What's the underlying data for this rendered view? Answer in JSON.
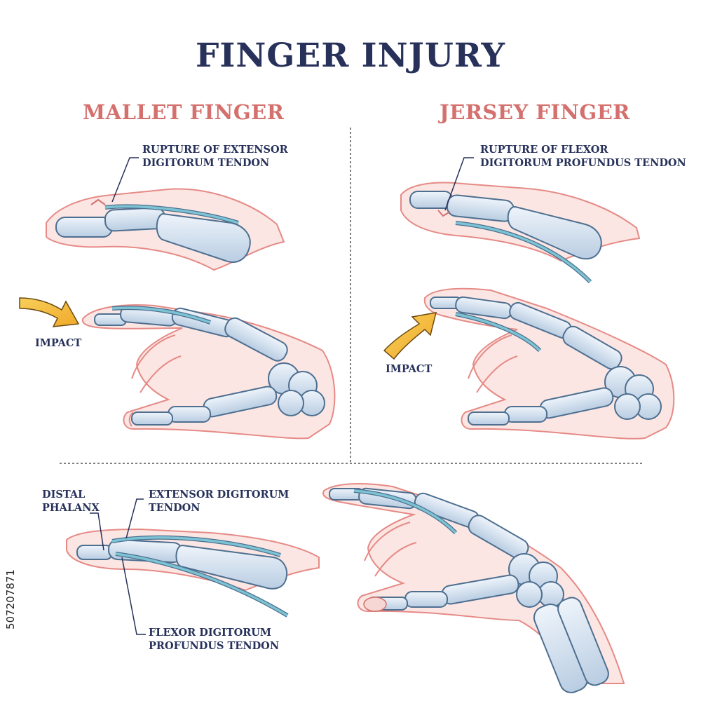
{
  "title": "FINGER INJURY",
  "sections": {
    "mallet": {
      "heading": "MALLET FINGER",
      "rupture_label": [
        "RUPTURE OF EXTENSOR",
        "DIGITORUM TENDON"
      ],
      "impact_label": "IMPACT"
    },
    "jersey": {
      "heading": "JERSEY FINGER",
      "rupture_label": [
        "RUPTURE OF FLEXOR",
        "DIGITORUM PROFUNDUS TENDON"
      ],
      "impact_label": "IMPACT"
    }
  },
  "anatomy": {
    "distal_phalanx": [
      "DISTAL",
      "PHALANX"
    ],
    "extensor_tendon": [
      "EXTENSOR DIGITORUM",
      "TENDON"
    ],
    "flexor_tendon": [
      "FLEXOR DIGITORUM",
      "PROFUNDUS TENDON"
    ]
  },
  "stock_id": "507207871",
  "colors": {
    "title": "#27315a",
    "section_heading": "#d4706d",
    "skin_fill": "#fbe6e3",
    "skin_outline": "#e68a86",
    "bone_fill": "#d4e0ef",
    "bone_outline": "#4e6f90",
    "tendon": "#7cc3d3",
    "impact_arrow": "#f6c23f"
  }
}
